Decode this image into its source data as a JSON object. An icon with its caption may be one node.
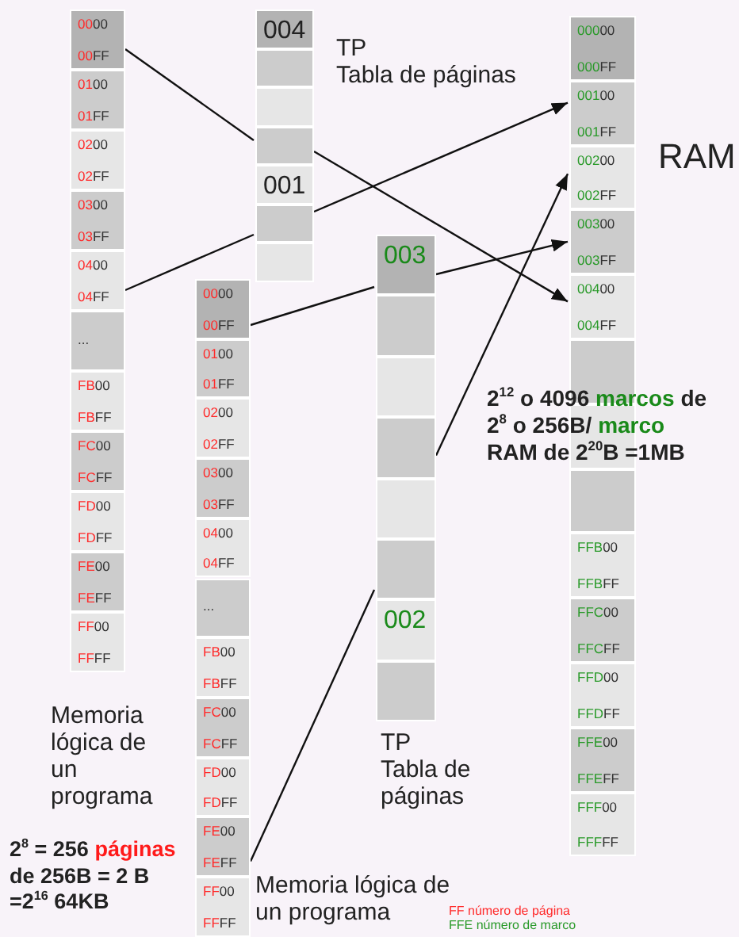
{
  "diagram": {
    "nodes": [
      {
        "text": [
          "Memoria lógica de un programa"
        ]
      },
      {
        "text": [
          "0000",
          "00FF"
        ],
        "in": 0
      },
      {
        "text": [
          "0100",
          "01FF"
        ],
        "in": 0
      },
      {
        "text": [
          "0200",
          "02FF"
        ],
        "in": 0
      },
      {
        "text": [
          "0300",
          "03FF"
        ],
        "in": 0
      },
      {
        "text": [
          "0400",
          "04FF"
        ],
        "in": 0
      },
      {
        "text": [
          "..."
        ],
        "in": 0
      },
      {
        "text": [
          "FB00",
          "FBFF"
        ],
        "in": 0
      },
      {
        "text": [
          "FC00",
          "FCFF"
        ],
        "in": 0
      },
      {
        "text": [
          "FD00",
          "FDFF"
        ],
        "in": 0
      },
      {
        "text": [
          "FE00",
          "FEFF"
        ],
        "in": 0
      },
      {
        "text": [
          "FF00",
          "FFFF"
        ],
        "in": 0
      },
      {
        "text": [
          "TP",
          "Tabla de páginas"
        ]
      },
      {
        "text": [
          "004"
        ],
        "in": 12
      },
      {
        "text": [],
        "shape": "box",
        "in": 12
      },
      {
        "text": [],
        "shape": "box",
        "in": 12
      },
      {
        "text": [],
        "shape": "box",
        "in": 12
      },
      {
        "text": [
          "001"
        ],
        "in": 12
      },
      {
        "text": [],
        "shape": "box",
        "in": 12
      },
      {
        "text": [],
        "shape": "box",
        "in": 12
      },
      {
        "text": [
          "Memoria lógica de un programa"
        ]
      },
      {
        "text": [
          "0000",
          "00FF"
        ],
        "in": 20
      },
      {
        "text": [
          "0100",
          "01FF"
        ],
        "in": 20
      },
      {
        "text": [
          "0200",
          "02FF"
        ],
        "in": 20
      },
      {
        "text": [
          "0300",
          "03FF"
        ],
        "in": 20
      },
      {
        "text": [
          "0400",
          "04FF"
        ],
        "in": 20
      },
      {
        "text": [
          "..."
        ],
        "in": 20
      },
      {
        "text": [
          "FB00",
          "FBFF"
        ],
        "in": 20
      },
      {
        "text": [
          "FC00",
          "FCFF"
        ],
        "in": 20
      },
      {
        "text": [
          "FD00",
          "FDFF"
        ],
        "in": 20
      },
      {
        "text": [
          "FE00",
          "FEFF"
        ],
        "in": 20
      },
      {
        "text": [
          "FF00",
          "FFFF"
        ],
        "in": 20
      },
      {
        "text": [
          "TP",
          "Tabla de páginas"
        ]
      },
      {
        "text": [
          "003"
        ],
        "in": 32
      },
      {
        "text": [],
        "shape": "box",
        "in": 32
      },
      {
        "text": [],
        "shape": "box",
        "in": 32
      },
      {
        "text": [],
        "shape": "box",
        "in": 32
      },
      {
        "text": [],
        "shape": "box",
        "in": 32
      },
      {
        "text": [],
        "shape": "box",
        "in": 32
      },
      {
        "text": [
          "002"
        ],
        "in": 32
      },
      {
        "text": [],
        "shape": "box",
        "in": 32
      },
      {
        "text": [
          "RAM"
        ]
      },
      {
        "text": [
          "00000",
          "000FF"
        ],
        "in": 41
      },
      {
        "text": [
          "00100",
          "001FF"
        ],
        "in": 41
      },
      {
        "text": [
          "00200",
          "002FF"
        ],
        "in": 41
      },
      {
        "text": [
          "00300",
          "003FF"
        ],
        "in": 41
      },
      {
        "text": [
          "00400",
          "004FF"
        ],
        "in": 41
      },
      {
        "text": [],
        "shape": "box",
        "in": 41
      },
      {
        "text": [],
        "shape": "box",
        "in": 41
      },
      {
        "text": [],
        "shape": "box",
        "in": 41
      },
      {
        "text": [
          "FFB00",
          "FFBFF"
        ],
        "in": 41
      },
      {
        "text": [
          "FFC00",
          "FFCFF"
        ],
        "in": 41
      },
      {
        "text": [
          "FFD00",
          "FFDFF"
        ],
        "in": 41
      },
      {
        "text": [
          "FFE00",
          "FFEFF"
        ],
        "in": 41
      },
      {
        "text": [
          "FFF00",
          "FFFFF"
        ],
        "in": 41
      }
    ],
    "edges": [
      {
        "from": 1,
        "to": 16,
        "arrow": "none"
      },
      {
        "from": 16,
        "to": 46,
        "arrow": "to"
      },
      {
        "from": 5,
        "to": 18,
        "arrow": "none"
      },
      {
        "from": 18,
        "to": 43,
        "arrow": "to"
      },
      {
        "from": 21,
        "to": 33,
        "arrow": "none"
      },
      {
        "from": 33,
        "to": 45,
        "arrow": "to"
      },
      {
        "from": 30,
        "to": 38,
        "arrow": "none"
      },
      {
        "from": 36,
        "to": 44,
        "arrow": "to"
      }
    ],
    "labels": [
      "2$^{12}$ o 4096",
      "marcos",
      "de 2$^{8}$ o 256B/",
      "marco",
      "RAM de 2$^{20}$B =1MB",
      "2$^{8}$ = 256",
      "páginas",
      "de 256B = 2 B =2$^{16}$ 64KB",
      "FF número de página",
      "FFE número de marco"
    ]
  }
}
